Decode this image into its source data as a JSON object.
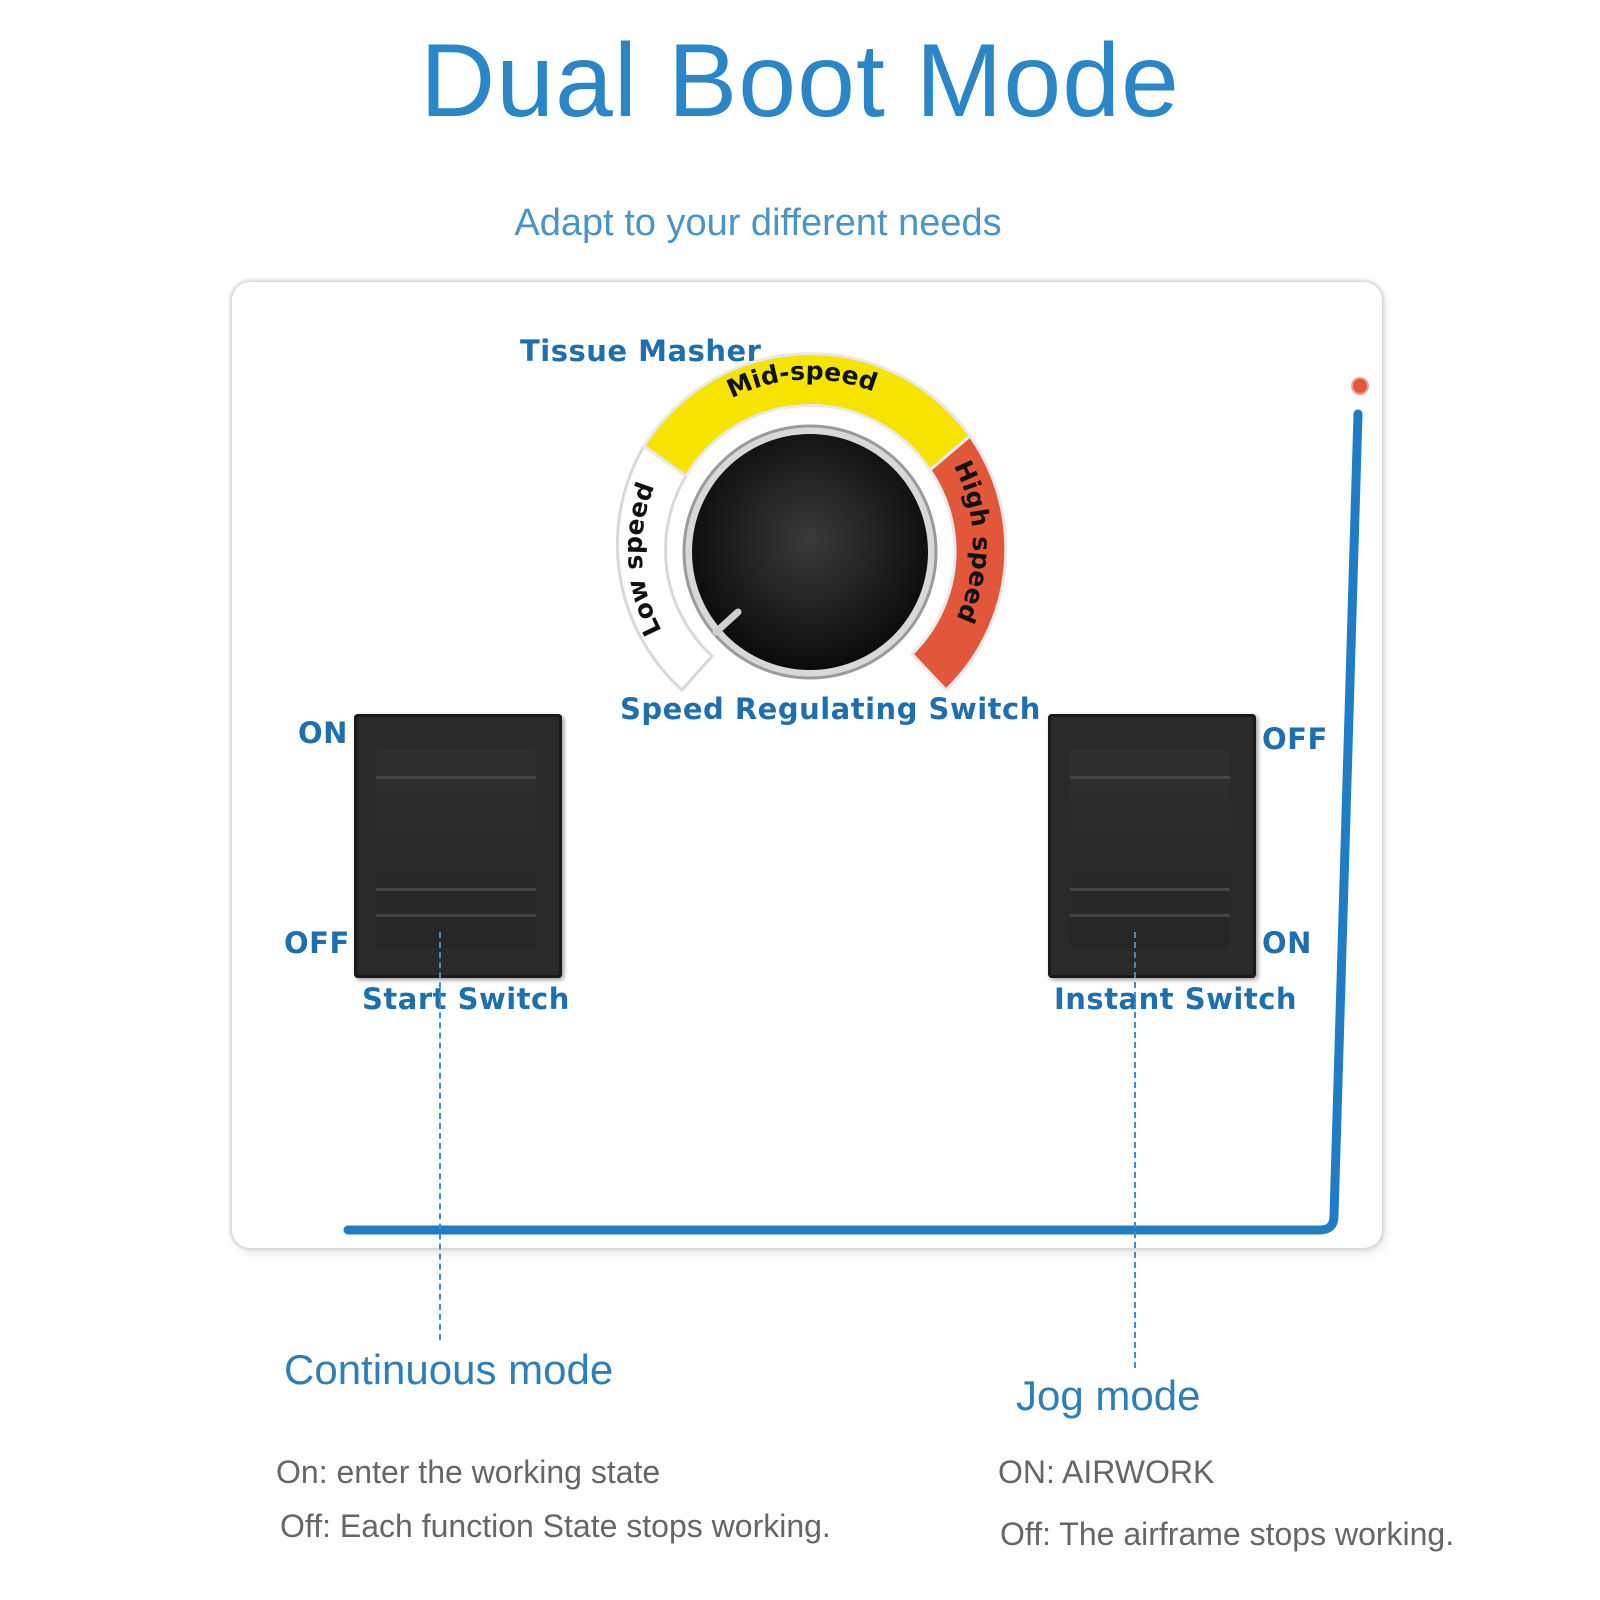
{
  "title": "Dual Boot Mode",
  "subtitle": "Adapt to your different needs",
  "panel": {
    "device_name": "Tissue Masher",
    "dial": {
      "label": "Speed Regulating Switch",
      "segments": [
        {
          "name": "Low speed",
          "color": "#ffffff"
        },
        {
          "name": "Mid-speed",
          "color": "#f4e400"
        },
        {
          "name": "High speed",
          "color": "#e2573a"
        }
      ]
    },
    "start_switch": {
      "label": "Start Switch",
      "top_state": "ON",
      "bottom_state": "OFF"
    },
    "instant_switch": {
      "label": "Instant Switch",
      "top_state": "OFF",
      "bottom_state": "ON"
    }
  },
  "modes": {
    "continuous": {
      "title": "Continuous mode",
      "on_text": "On: enter the working state",
      "off_text": "Off: Each function State stops working."
    },
    "jog": {
      "title": "Jog mode",
      "on_text": "ON: AIRWORK",
      "off_text": "Off: The airframe stops working."
    }
  },
  "colors": {
    "accent_blue": "#2b86c8",
    "indicator_red": "#e2573a"
  }
}
